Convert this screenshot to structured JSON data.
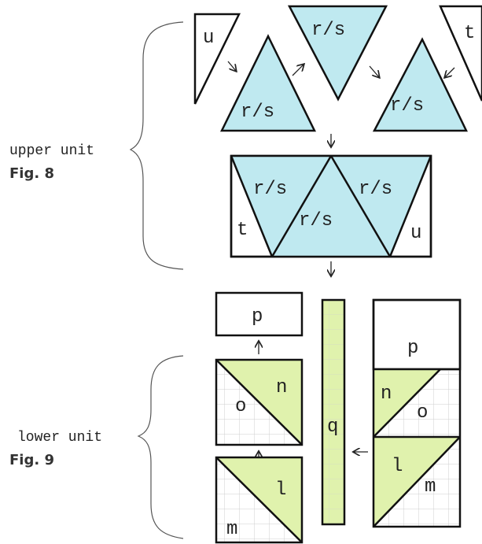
{
  "colors": {
    "blue": "#bfe9f0",
    "green": "#e0f2ad",
    "line": "#111111",
    "grid": "#c9c9c9"
  },
  "upper": {
    "side_label": "upper unit",
    "fig_label": "Fig. 8",
    "pieces": {
      "u": "u",
      "rs": "r/s",
      "t": "t"
    }
  },
  "lower": {
    "side_label": "lower unit",
    "fig_label": "Fig. 9",
    "pieces": {
      "p": "p",
      "o": "o",
      "n": "n",
      "q": "q",
      "l": "l",
      "m": "m"
    }
  }
}
